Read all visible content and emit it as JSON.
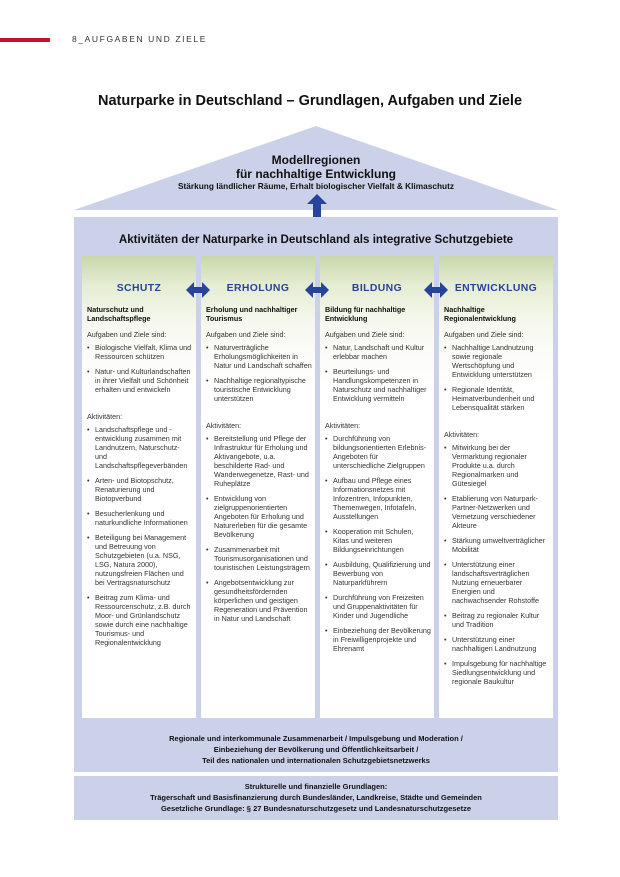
{
  "header": {
    "page_label": "8_AUFGABEN UND ZIELE"
  },
  "title": "Naturparke in Deutschland – Grundlagen, Aufgaben und Ziele",
  "roof": {
    "line1": "Modellregionen",
    "line2": "für nachhaltige Entwicklung",
    "line3": "Stärkung ländlicher Räume, Erhalt biologischer Vielfalt & Klimaschutz"
  },
  "house_title": "Aktivitäten der Naturparke in Deutschland als integrative Schutzgebiete",
  "columns": [
    {
      "heading": "SCHUTZ",
      "subtitle": "Naturschutz und Landschaftspflege",
      "goals_label": "Aufgaben und Ziele sind:",
      "goals": [
        "Biologische Vielfalt, Klima und Ressourcen schützen",
        "Natur- und Kulturlandschaften in ihrer Vielfalt und Schönheit erhalten und entwickeln"
      ],
      "activities_label": "Aktivitäten:",
      "activities": [
        "Landschaftspflege und -entwicklung zusammen mit Landnutzern, Naturschutz- und Landschaftspflegeverbänden",
        "Arten- und Biotopschutz, Renaturierung und Biotopverbund",
        "Besucherlenkung und naturkundliche Informationen",
        "Beteiligung bei Management und Betreuung von Schutzgebieten (u.a. NSG, LSG, Natura 2000), nutzungsfreien Flächen und bei Vertragsnaturschutz",
        "Beitrag zum Klima- und Ressourcenschutz, z.B. durch Moor- und Grünlandschutz sowie durch eine nachhaltige Tourismus- und Regionalentwicklung"
      ]
    },
    {
      "heading": "ERHOLUNG",
      "subtitle": "Erholung und nachhaltiger Tourismus",
      "goals_label": "Aufgaben und Ziele sind:",
      "goals": [
        "Naturverträgliche Erholungsmöglichkeiten in Natur und Landschaft schaffen",
        "Nachhaltige regionaltypische touristische Entwicklung unterstützen"
      ],
      "activities_label": "Aktivitäten:",
      "activities": [
        "Bereitstellung und Pflege der Infrastruktur für Erholung und Aktivangebote, u.a. beschilderte Rad- und Wanderwegenetze, Rast- und Ruheplätze",
        "Entwicklung von zielgruppenorientierten Angeboten für Erholung und Naturerleben für die gesamte Bevölkerung",
        "Zusammenarbeit mit Tourismusorganisationen und touristischen Leistungsträgern",
        "Angebotsentwicklung zur gesundheitsfördernden körperlichen und geistigen Regeneration und Prävention in Natur und Landschaft"
      ]
    },
    {
      "heading": "BILDUNG",
      "subtitle": "Bildung für nachhaltige Entwicklung",
      "goals_label": "Aufgaben und Ziele sind:",
      "goals": [
        "Natur, Landschaft und Kultur erlebbar machen",
        "Beurteilungs- und Handlungskompetenzen in Naturschutz und nachhaltiger Entwicklung vermitteln"
      ],
      "activities_label": "Aktivitäten:",
      "activities": [
        "Durchführung von bildungsorientierten Erlebnis-Angeboten für unterschiedliche Zielgruppen",
        "Aufbau und Pflege eines Informationsnetzes mit Infozentren, Infopunkten, Themenwegen, Infotafeln, Ausstellungen",
        "Kooperation mit Schulen, Kitas und weiteren Bildungseinrichtungen",
        "Ausbildung, Qualifizierung und Bewerbung von Naturparkführern",
        "Durchführung von Freizeiten und Gruppenaktivitäten für Kinder und Jugendliche",
        "Einbeziehung der Bevölkerung in Freiwilligenprojekte und Ehrenamt"
      ]
    },
    {
      "heading": "ENTWICKLUNG",
      "subtitle": "Nachhaltige Regionalentwicklung",
      "goals_label": "Aufgaben und Ziele sind:",
      "goals": [
        "Nachhaltige Landnutzung sowie regionale Wertschöpfung und Entwicklung unterstützen",
        "Regionale Identität, Heimatverbundenheit und Lebensqualität stärken"
      ],
      "activities_label": "Aktivitäten:",
      "activities": [
        "Mitwirkung bei der Vermarktung regionaler Produkte u.a. durch Regionalmarken und Gütesiegel",
        "Etablierung von Naturpark-Partner-Netzwerken und Vernetzung verschiedener Akteure",
        "Stärkung umweltverträglicher Mobilität",
        "Unterstützung einer landschaftsverträglichen Nutzung erneuerbarer Energien und nachwachsender Rohstoffe",
        "Beitrag zu regionaler Kultur und Tradition",
        "Unterstützung einer nachhaltigen Landnutzung",
        "Impulsgebung für nachhaltige Siedlungsentwicklung und regionale Baukultur"
      ]
    }
  ],
  "bottom": {
    "line1": "Regionale und interkommunale Zusammenarbeit / Impulsgebung und Moderation /",
    "line2": "Einbeziehung der Bevölkerung und Öffentlichkeitsarbeit /",
    "line3": "Teil des nationalen und internationalen Schutzgebietsnetzwerks"
  },
  "foundation": {
    "line1": "Strukturelle und finanzielle Grundlagen:",
    "line2": "Trägerschaft und Basisfinanzierung durch Bundesländer, Landkreise, Städte und Gemeinden",
    "line3": "Gesetzliche Grundlage: § 27 Bundesnaturschutzgesetz und Landesnaturschutzgesetze"
  },
  "colors": {
    "accent_red": "#c8102e",
    "blue": "#25449a",
    "lavender": "#ccd1ea",
    "green": "#c8d8a9"
  }
}
